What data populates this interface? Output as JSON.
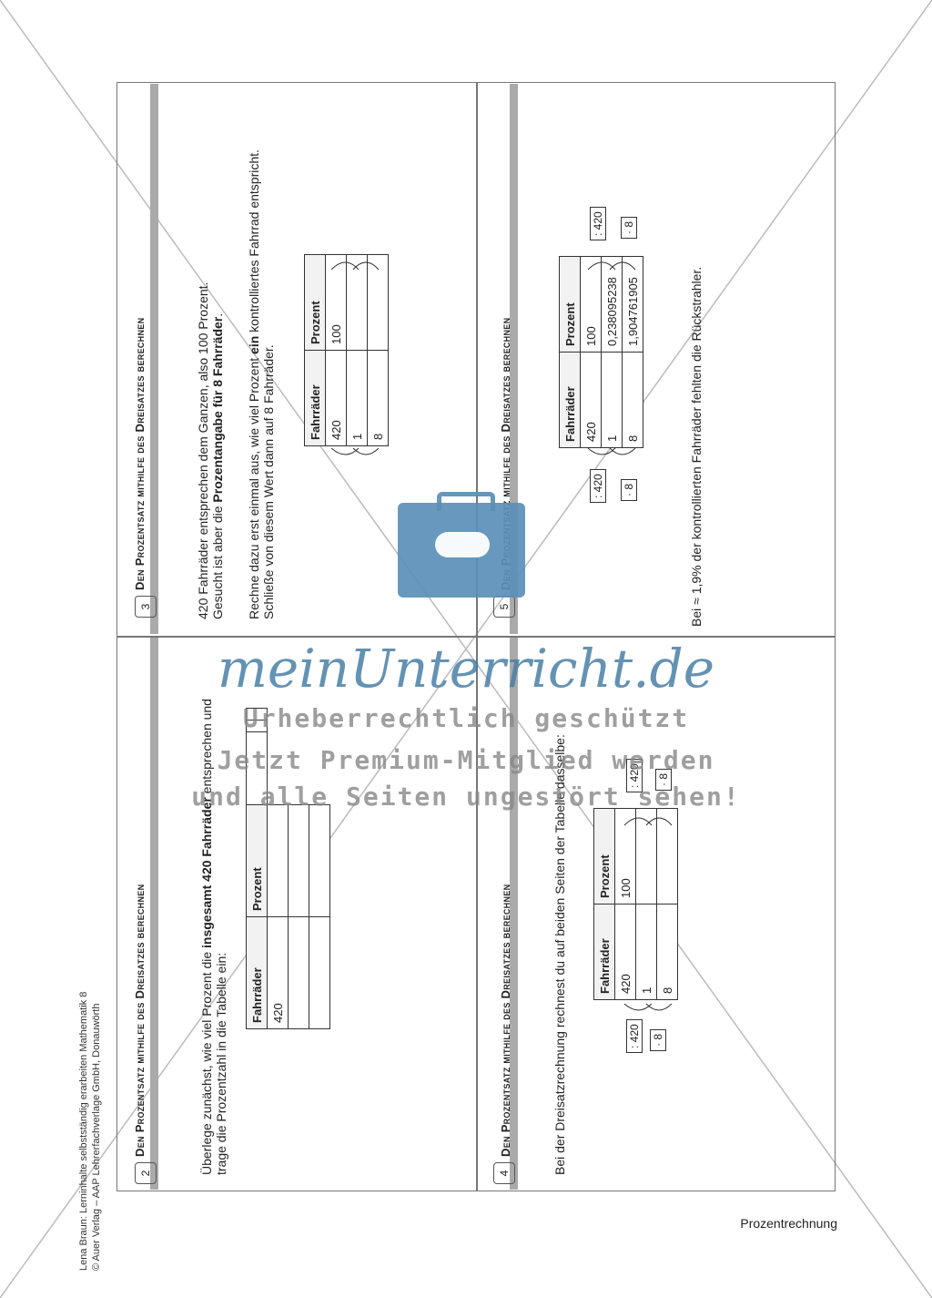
{
  "credits": {
    "line1": "Lena Braun: Lerninhalte selbstständig erarbeiten Mathematik 8",
    "line2": "© Auer Verlag – AAP Lehrerfachverlage GmbH, Donauwörth"
  },
  "footer": "Prozentrechnung",
  "watermark": {
    "logo": "meinUnterricht.de",
    "line1": "Urheberrechtlich geschützt",
    "line2": "Jetzt Premium-Mitglied werden",
    "line3": "und alle Seiten ungestört sehen!"
  },
  "cards": {
    "card2": {
      "number": "2",
      "title": "Den Prozentsatz mithilfe des Dreisatzes berechnen",
      "text1": "Überlege zunächst, wie viel Prozent die ",
      "text1_bold": "insgesamt 420 Fahrräder",
      "text1_end": " entsprechen und",
      "text2": "trage die Prozentzahl in die Tabelle ein:",
      "table": {
        "headers": [
          "Fahrräder",
          "Prozent"
        ],
        "rows": [
          [
            "420",
            ""
          ],
          [
            "",
            ""
          ],
          [
            "",
            ""
          ]
        ]
      }
    },
    "card3": {
      "number": "3",
      "title": "Den Prozentsatz mithilfe des Dreisatzes berechnen",
      "text1": "420 Fahrräder entsprechen dem Ganzen, also 100 Prozent.",
      "text2": "Gesucht ist aber die ",
      "text2_bold": "Prozentangabe für 8 Fahrräder",
      "text2_end": ".",
      "text3": "Rechne dazu erst einmal aus, wie viel Prozent ",
      "text3_bold": "ein",
      "text3_end": " kontrolliertes Fahrrad entspricht.",
      "text4": "Schließe von diesem Wert dann auf 8 Fahrräder.",
      "table": {
        "headers": [
          "Fahrräder",
          "Prozent"
        ],
        "rows": [
          [
            "420",
            "100"
          ],
          [
            "1",
            ""
          ],
          [
            "8",
            ""
          ]
        ]
      }
    },
    "card4": {
      "number": "4",
      "title": "Den Prozentsatz mithilfe des Dreisatzes berechnen",
      "text1": "Bei der Dreisatzrechnung rechnest du auf beiden Seiten der Tabelle dasselbe:",
      "table": {
        "headers": [
          "Fahrräder",
          "Prozent"
        ],
        "rows": [
          [
            "420",
            "100"
          ],
          [
            "1",
            ""
          ],
          [
            "8",
            ""
          ]
        ]
      },
      "ops_left": [
        ": 420",
        "· 8"
      ],
      "ops_right": [
        ": 420",
        "· 8"
      ]
    },
    "card5": {
      "number": "5",
      "title": "Den Prozentsatz mithilfe des Dreisatzes berechnen",
      "table": {
        "headers": [
          "Fahrräder",
          "Prozent"
        ],
        "rows": [
          [
            "420",
            "100"
          ],
          [
            "1",
            "0,238095238"
          ],
          [
            "8",
            "1,904761905"
          ]
        ]
      },
      "ops_left": [
        ": 420",
        "· 8"
      ],
      "ops_right": [
        ": 420",
        "· 8"
      ],
      "answer": "Bei ≈ 1,9% der kontrollierten Fahrräder fehlten die Rückstrahler."
    }
  },
  "colors": {
    "watermark_logo": "#4a7fa6",
    "briefcase": "#5b8fb8",
    "bar": "#aaaaaa"
  }
}
